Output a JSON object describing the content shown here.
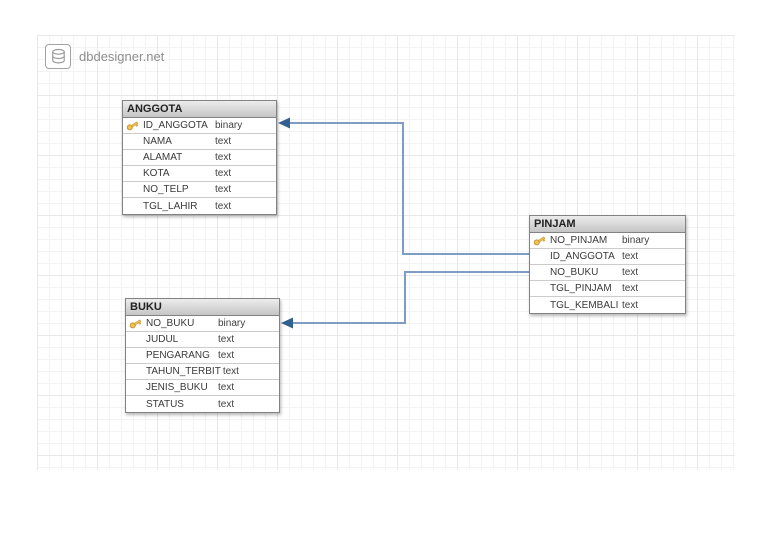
{
  "app": {
    "logo_label": "dbdesigner.net",
    "logo_icon": "database-icon"
  },
  "diagram": {
    "tables": [
      {
        "name": "ANGGOTA",
        "fields": [
          {
            "name": "ID_ANGGOTA",
            "type": "binary",
            "pk": true
          },
          {
            "name": "NAMA",
            "type": "text",
            "pk": false
          },
          {
            "name": "ALAMAT",
            "type": "text",
            "pk": false
          },
          {
            "name": "KOTA",
            "type": "text",
            "pk": false
          },
          {
            "name": "NO_TELP",
            "type": "text",
            "pk": false
          },
          {
            "name": "TGL_LAHIR",
            "type": "text",
            "pk": false
          }
        ]
      },
      {
        "name": "BUKU",
        "fields": [
          {
            "name": "NO_BUKU",
            "type": "binary",
            "pk": true
          },
          {
            "name": "JUDUL",
            "type": "text",
            "pk": false
          },
          {
            "name": "PENGARANG",
            "type": "text",
            "pk": false
          },
          {
            "name": "TAHUN_TERBIT",
            "type": "text",
            "pk": false
          },
          {
            "name": "JENIS_BUKU",
            "type": "text",
            "pk": false
          },
          {
            "name": "STATUS",
            "type": "text",
            "pk": false
          }
        ]
      },
      {
        "name": "PINJAM",
        "fields": [
          {
            "name": "NO_PINJAM",
            "type": "binary",
            "pk": true
          },
          {
            "name": "ID_ANGGOTA",
            "type": "text",
            "pk": false
          },
          {
            "name": "NO_BUKU",
            "type": "text",
            "pk": false
          },
          {
            "name": "TGL_PINJAM",
            "type": "text",
            "pk": false
          },
          {
            "name": "TGL_KEMBALI",
            "type": "text",
            "pk": false
          }
        ]
      }
    ],
    "relations": [
      {
        "from": "PINJAM.ID_ANGGOTA",
        "to": "ANGGOTA.ID_ANGGOTA"
      },
      {
        "from": "PINJAM.NO_BUKU",
        "to": "BUKU.NO_BUKU"
      }
    ]
  },
  "colors": {
    "connector_line": "#7e9dc2",
    "connector_arrow": "#33618f",
    "key_icon": "#f0c24e",
    "key_icon_outline": "#c79232",
    "header_bg": "#c5c5c5",
    "entity_border": "#828282",
    "grid_minor": "#f3f3f6",
    "grid_major": "#e7e7ec"
  }
}
